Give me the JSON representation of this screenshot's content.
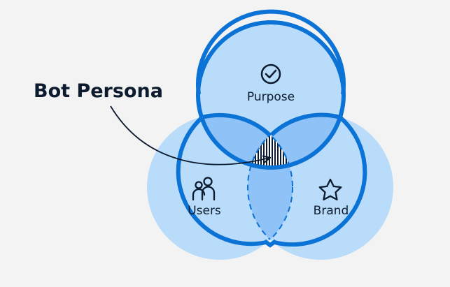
{
  "diagram": {
    "callout": {
      "text": "Bot Persona"
    },
    "circles": [
      {
        "label": "Purpose",
        "icon": "check-circle-icon"
      },
      {
        "label": "Users",
        "icon": "users-icon"
      },
      {
        "label": "Brand",
        "icon": "star-icon"
      }
    ],
    "colors": {
      "background": "#f3f3f3",
      "circle_fill": "#b9dcfb",
      "overlap_fill": "#8fc2f6",
      "stroke": "#0b72d6",
      "text": "#0d1b2e"
    }
  }
}
